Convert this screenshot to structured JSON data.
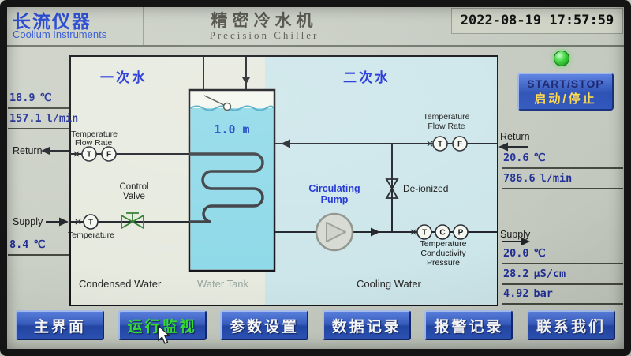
{
  "colors": {
    "accent_blue": "#2547d2",
    "zone_label_blue": "#1b2fd6",
    "reading_navy": "#202e96",
    "water_cyan": "#8fd9e8",
    "secondary_tint": "#cde6ea",
    "button_blue": "#2f56bd",
    "active_green": "#38e038",
    "led_green": "#3ad23a",
    "valve_green": "#2f7d2f"
  },
  "header": {
    "logo_cn": "长流仪器",
    "logo_en": "Coolium Instruments",
    "title_cn": "精密冷水机",
    "title_en": "Precision Chiller",
    "datetime": "2022-08-19 17:57:59"
  },
  "controls": {
    "start_stop_en": "START/STOP",
    "start_stop_cn": "启动/停止",
    "power_led_state": "on"
  },
  "diagram": {
    "zone_primary": "一次水",
    "zone_secondary": "二次水",
    "tank_level": "1.0 m",
    "labels": {
      "condensed_water": "Condensed Water",
      "water_tank": "Water Tank",
      "cooling_water": "Cooling Water",
      "circulating_pump": "Circulating\nPump",
      "de_ionized": "De-ionized",
      "control_valve": "Control\nValve",
      "temperature": "Temperature",
      "flow_rate": "Flow Rate",
      "conductivity": "Conductivity",
      "pressure": "Pressure"
    },
    "instruments": {
      "T": "T",
      "F": "F",
      "C": "C",
      "P": "P"
    }
  },
  "primary_water": {
    "return_label": "Return",
    "supply_label": "Supply",
    "return_temperature": {
      "value": "18.9",
      "unit": "℃"
    },
    "return_flow": {
      "value": "157.1",
      "unit": "l/min"
    },
    "supply_temperature": {
      "value": "8.4",
      "unit": "℃"
    }
  },
  "secondary_water": {
    "return_label": "Return",
    "supply_label": "Supply",
    "return_temperature": {
      "value": "20.6",
      "unit": "℃"
    },
    "return_flow": {
      "value": "786.6",
      "unit": "l/min"
    },
    "supply_temperature": {
      "value": "20.0",
      "unit": "℃"
    },
    "conductivity": {
      "value": "28.2",
      "unit": "μS/cm"
    },
    "pressure": {
      "value": "4.92",
      "unit": "bar"
    }
  },
  "nav": {
    "buttons": [
      {
        "label": "主界面",
        "active": false
      },
      {
        "label": "运行监视",
        "active": true
      },
      {
        "label": "参数设置",
        "active": false
      },
      {
        "label": "数据记录",
        "active": false
      },
      {
        "label": "报警记录",
        "active": false
      },
      {
        "label": "联系我们",
        "active": false
      }
    ]
  }
}
